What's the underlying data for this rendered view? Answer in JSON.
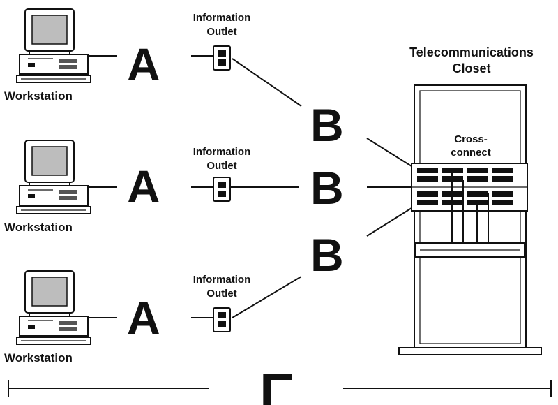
{
  "workstations": [
    {
      "label": "Workstation",
      "segment_label": "A",
      "outlet_label_line1": "Information",
      "outlet_label_line2": "Outlet"
    },
    {
      "label": "Workstation",
      "segment_label": "A",
      "outlet_label_line1": "Information",
      "outlet_label_line2": "Outlet"
    },
    {
      "label": "Workstation",
      "segment_label": "A",
      "outlet_label_line1": "Information",
      "outlet_label_line2": "Outlet"
    }
  ],
  "links": [
    {
      "label": "B"
    },
    {
      "label": "B"
    },
    {
      "label": "B"
    }
  ],
  "closet": {
    "title_line1": "Telecommunications",
    "title_line2": "Closet",
    "crossconnect_line1": "Cross-",
    "crossconnect_line2": "connect"
  },
  "span_label": "Γ"
}
